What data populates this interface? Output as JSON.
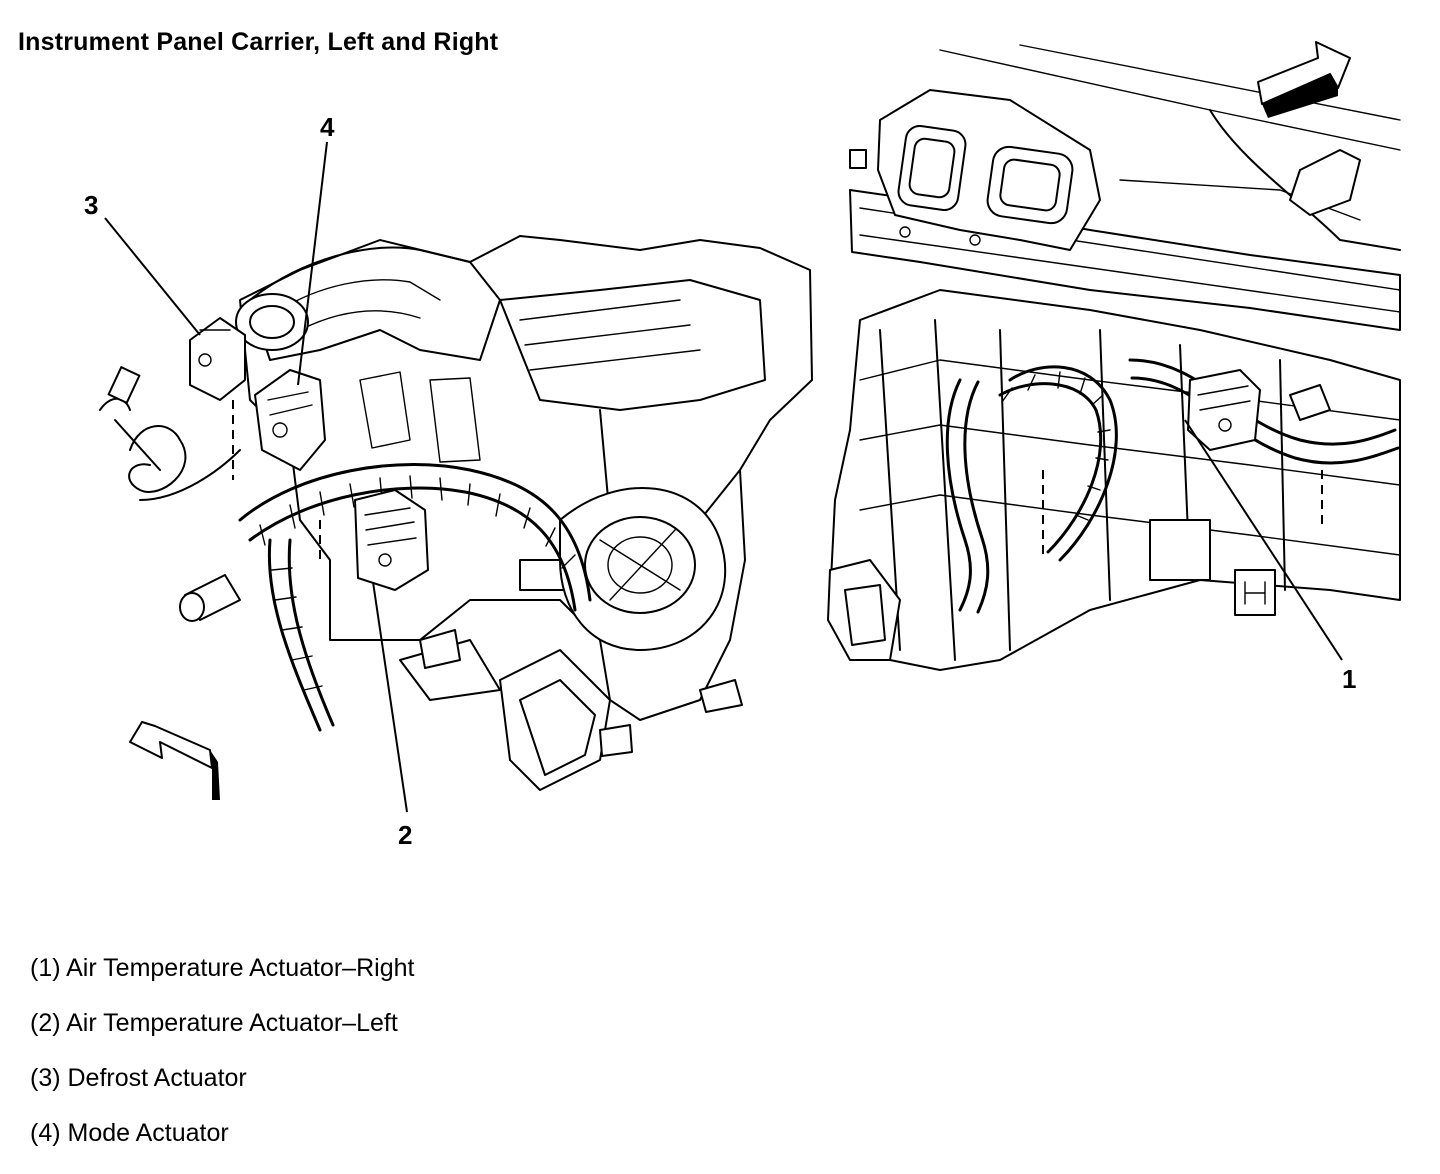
{
  "title": "Instrument Panel Carrier, Left and Right",
  "callouts": {
    "c1": "1",
    "c2": "2",
    "c3": "3",
    "c4": "4"
  },
  "legend": [
    {
      "label": "(1) Air Temperature Actuator–Right"
    },
    {
      "label": "(2) Air Temperature Actuator–Left"
    },
    {
      "label": "(3) Defrost Actuator"
    },
    {
      "label": "(4) Mode Actuator"
    }
  ],
  "icons": [
    "direction-arrow-icon"
  ]
}
